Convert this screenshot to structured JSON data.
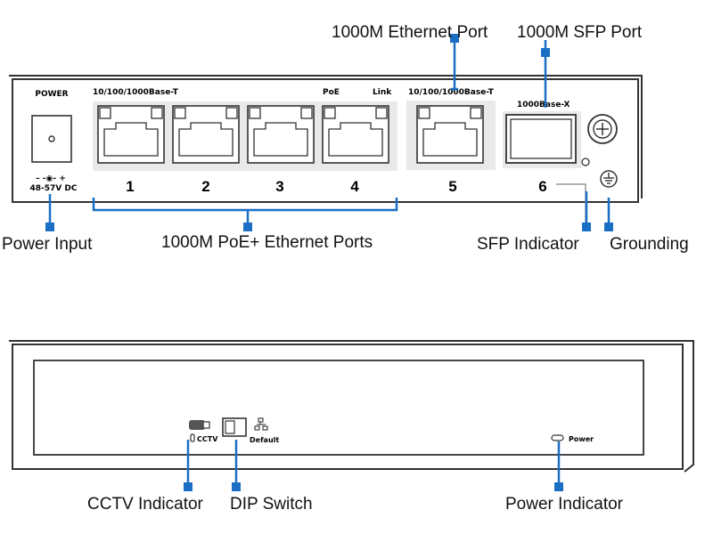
{
  "callouts": {
    "eth_port": "1000M Ethernet Port",
    "sfp_port": "1000M SFP Port",
    "power_input": "Power Input",
    "poe_ports": "1000M PoE+ Ethernet Ports",
    "sfp_indicator": "SFP Indicator",
    "grounding": "Grounding",
    "cctv_indicator": "CCTV Indicator",
    "dip_switch": "DIP Switch",
    "power_indicator": "Power Indicator"
  },
  "rear_panel": {
    "power_label": "POWER",
    "voltage_label": "48-57V DC",
    "polarity": "– -◉- +",
    "base_t_label": "10/100/1000Base-T",
    "base_t_label_2": "10/100/1000Base-T",
    "poe_label": "PoE",
    "link_label": "Link",
    "sfp_label": "1000Base-X",
    "port_numbers": [
      "1",
      "2",
      "3",
      "4",
      "5",
      "6"
    ]
  },
  "front_panel": {
    "cctv_label": "CCTV",
    "default_label": "Default",
    "power_led_label": "Power"
  },
  "colors": {
    "callout_blue": "#1a6fc4",
    "panel_stroke": "#333333"
  }
}
